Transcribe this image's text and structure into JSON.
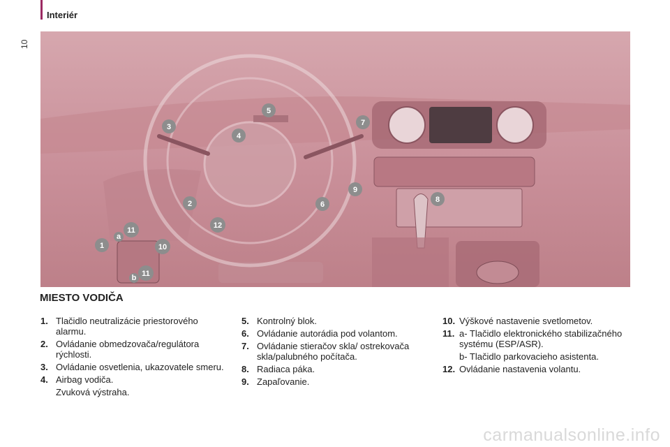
{
  "header": {
    "section_title": "Interiér",
    "page_number": "10"
  },
  "illustration": {
    "callouts": [
      "1",
      "2",
      "3",
      "4",
      "5",
      "6",
      "7",
      "8",
      "9",
      "10",
      "11",
      "11",
      "12"
    ],
    "sub_labels": [
      "a",
      "b"
    ]
  },
  "heading": "MIESTO VODIČA",
  "items_col1": [
    {
      "num": "1.",
      "text": "Tlačidlo neutralizácie priestorového alarmu."
    },
    {
      "num": "2.",
      "text": "Ovládanie obmedzovača/regulátora rýchlosti."
    },
    {
      "num": "3.",
      "text": "Ovládanie osvetlenia, ukazovatele smeru."
    },
    {
      "num": "4.",
      "text": "Airbag vodiča."
    }
  ],
  "col1_extra": "Zvuková výstraha.",
  "items_col2": [
    {
      "num": "5.",
      "text": "Kontrolný blok."
    },
    {
      "num": "6.",
      "text": "Ovládanie autorádia pod volantom."
    },
    {
      "num": "7.",
      "text": "Ovládanie stieračov skla/ ostrekovača skla/palubného počítača."
    },
    {
      "num": "8.",
      "text": "Radiaca páka."
    },
    {
      "num": "9.",
      "text": "Zapaľovanie."
    }
  ],
  "items_col3": [
    {
      "num": "10.",
      "text": "Výškové nastavenie svetlometov."
    },
    {
      "num": "11.",
      "text": "a- Tlačidlo elektronického stabilizačného systému (ESP/ASR)."
    }
  ],
  "col3_extra": "b- Tlačidlo parkovacieho asistenta.",
  "items_col3_last": [
    {
      "num": "12.",
      "text": "Ovládanie nastavenia volantu."
    }
  ],
  "watermark": "carmanualsonline.info"
}
